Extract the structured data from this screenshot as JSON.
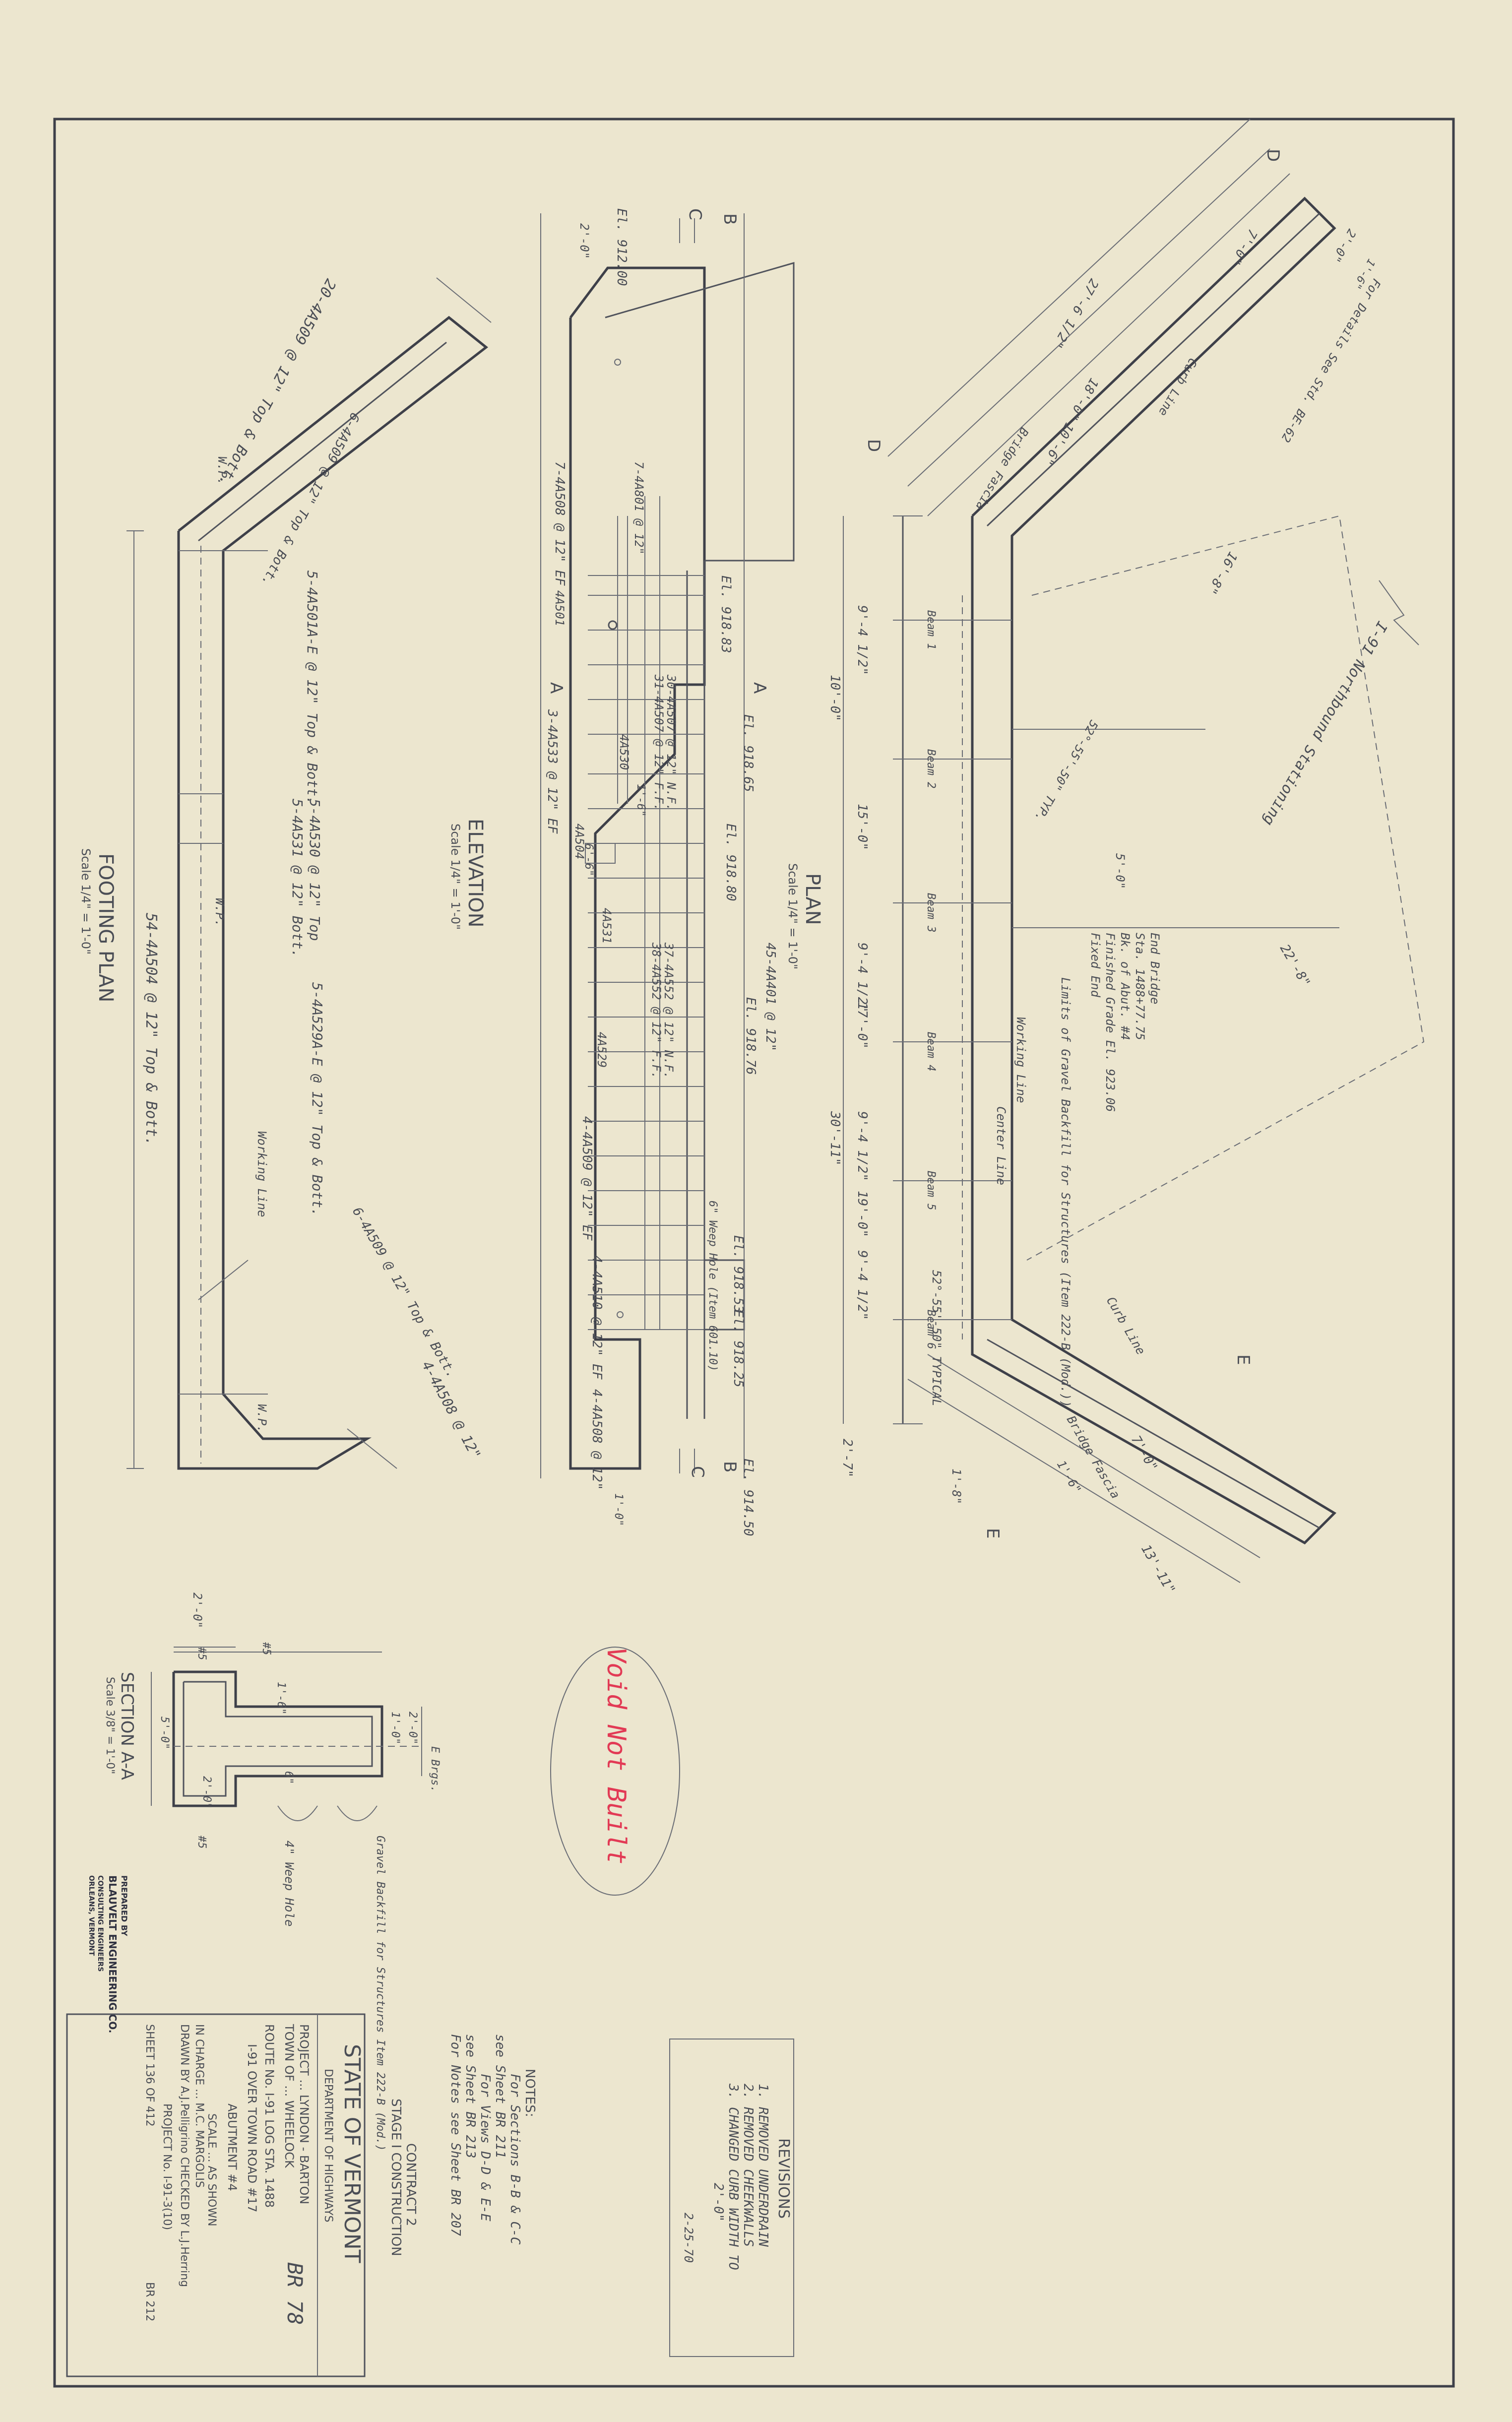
{
  "title_block": {
    "state": "STATE OF VERMONT",
    "department": "DEPARTMENT OF HIGHWAYS",
    "project": "PROJECT ... LYNDON - BARTON",
    "town": "TOWN OF ... WHEELOCK",
    "bridge_no": "BR 78",
    "route": "ROUTE No. I-91   LOG STA. 1488",
    "crossing": "I-91 OVER TOWN ROAD #17",
    "structure": "ABUTMENT #4",
    "scale": "SCALE ... AS SHOWN",
    "in_charge": "IN CHARGE ... M.C. MARGOLIS",
    "drawn": "DRAWN BY A.J.Pelligrino CHECKED BY L.J.Herring",
    "project_no": "PROJECT No. I-91-3(10)",
    "sheet": "SHEET 136 OF 412",
    "sheet_code": "BR 212"
  },
  "prepared_by": [
    "PREPARED BY",
    "BLAUVELT ENGINEERING CO.",
    "CONSULTING ENGINEERS",
    "ORLEANS, VERMONT"
  ],
  "revisions": {
    "heading": "REVISIONS",
    "items": [
      "1. REMOVED UNDERDRAIN",
      "2. REMOVED CHEEKWALLS",
      "3. CHANGED CURB WIDTH TO",
      "2'-0\""
    ],
    "date": "2-25-70"
  },
  "notes": {
    "heading": "NOTES:",
    "lines": [
      "For Sections B-B & C-C",
      "see Sheet BR 211",
      "For Views D-D & E-E",
      "see Sheet BR 213",
      "For Notes see Sheet BR 207"
    ]
  },
  "contract": [
    "CONTRACT 2",
    "STAGE I CONSTRUCTION"
  ],
  "void_stamp": "Void Not Built",
  "views": {
    "footing_plan": {
      "title": "FOOTING PLAN",
      "scale": "Scale 1/4\" = 1'-0\""
    },
    "elevation": {
      "title": "ELEVATION",
      "scale": "Scale 1/4\" = 1'-0\""
    },
    "plan": {
      "title": "PLAN",
      "scale": "Scale 1/4\" = 1'-0\""
    },
    "section_aa": {
      "title": "SECTION A-A",
      "scale": "Scale 3/8\" = 1'-0\""
    }
  },
  "footing_labels": [
    "20-4A509 @ 12\" Top & Bott.",
    "6-4A509 @ 12\" Top & Bott.",
    "5-4A501A-E @ 12\" Top & Bott.",
    "5-4A530 @ 12\" Top",
    "5-4A531 @ 12\" Bott.",
    "54-4A504 @ 12\" Top & Bott.",
    "5-4A529A-E @ 12\" Top & Bott.",
    "6-4A509 @ 12\" Top & Bott.",
    "4-4A508 @ 12\"",
    "W.P.",
    "W.P.",
    "W.P.",
    "Working Line"
  ],
  "elevation_labels": [
    "El. 912.00",
    "7-4A508 @ 12\" EF",
    "7-4A801 @ 12\"",
    "4A501",
    "El. 918.83",
    "30-4A507 @ 12\" N.F.",
    "31-4A507 @ 12\" F.F.",
    "El. 918.65",
    "3-4A533 @ 12\" EF",
    "4A530",
    "4A504",
    "El. 918.80",
    "37-4A552 @ 12\" N.F.",
    "38-4A552 @ 12\" F.F.",
    "4A531",
    "El. 918.76",
    "4A529",
    "45-4A401 @ 12\"",
    "4-4A509 @ 12\" EF",
    "6\" Weep Hole (Item 601.10)",
    "El. 918.53",
    "4-4A510 @ 12\" EF",
    "El. 918.25",
    "4-4A508 @ 12\"",
    "El. 914.50",
    "2'-0\"",
    "1'-6\"",
    "6'-6\"",
    "1'-0\""
  ],
  "plan_labels": [
    "27'-6 1/2\"",
    "7'-0\"",
    "18'-0\"",
    "10'-6\"",
    "2'-0\"",
    "1'-6\"",
    "Bridge Fascia",
    "Curb Line",
    "For Details See Std. BE-62",
    "16'-8\"",
    "I-91 Northbound Stationing",
    "52°-55'-50\" TYP.",
    "5'-0\"",
    "22'-8\"",
    "End Bridge",
    "Sta. 1488+77.75",
    "Bk. of Abut. #4",
    "Finished Grade El. 923.06",
    "Fixed End",
    "Limits of Gravel Backfill for Structures (Item 222-B (Mod.))",
    "Working Line",
    "Center Line",
    "9'-4 1/2\"",
    "10'-0\"",
    "15'-0\"",
    "9'-4 1/2\"",
    "17'-0\"",
    "9'-4 1/2\"",
    "30'-11\"",
    "19'-0\"",
    "9'-4 1/2\"",
    "52°-55'-50\" TYPICAL",
    "Curb Line",
    "Bridge Fascia",
    "7'-0\"",
    "13'-11\"",
    "1'-6\"",
    "2'-7\"",
    "1'-8\"",
    "Beam 1",
    "Beam 2",
    "Beam 3",
    "Beam 4",
    "Beam 5",
    "Beam 6"
  ],
  "section_labels": [
    "2'-0\"",
    "#5",
    "#5",
    "1'-6\"",
    "5'-0\"",
    "2'-0\"",
    "1'-0\"",
    "6\"",
    "2'-0\"",
    "#5",
    "E Brgs.",
    "4\" Weep Hole",
    "Gravel Backfill for Structures Item 222-B (Mod.)"
  ],
  "section_marks": [
    "A",
    "A",
    "B",
    "B",
    "C",
    "C",
    "D",
    "D",
    "E",
    "E"
  ]
}
